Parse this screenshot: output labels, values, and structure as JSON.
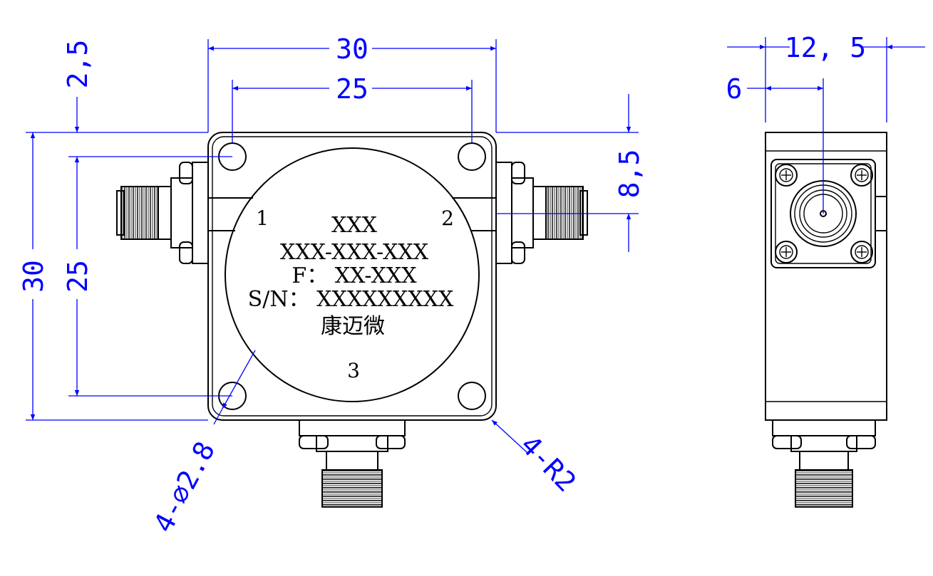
{
  "top_view": {
    "dimensions": {
      "width_overall": "30",
      "hole_spacing_x": "25",
      "height_overall": "30",
      "hole_spacing_y": "25",
      "hole_offset": "2,5",
      "port_offset": "8,5",
      "hole_callout": "4-∅2.8",
      "corner_callout": "4-R2"
    },
    "label": {
      "line1": "XXX",
      "line2": "XXX-XXX-XXX",
      "line3": "F： XX-XXX",
      "line4": "S/N： XXXXXXXXX",
      "line5": "康迈微"
    },
    "ports": {
      "port1": "1",
      "port2": "2",
      "port3": "3"
    }
  },
  "side_view": {
    "dimensions": {
      "thickness": "12, 5",
      "connector_offset": "6"
    }
  },
  "colors": {
    "outline": "#000000",
    "dimension": "#0000ff"
  }
}
